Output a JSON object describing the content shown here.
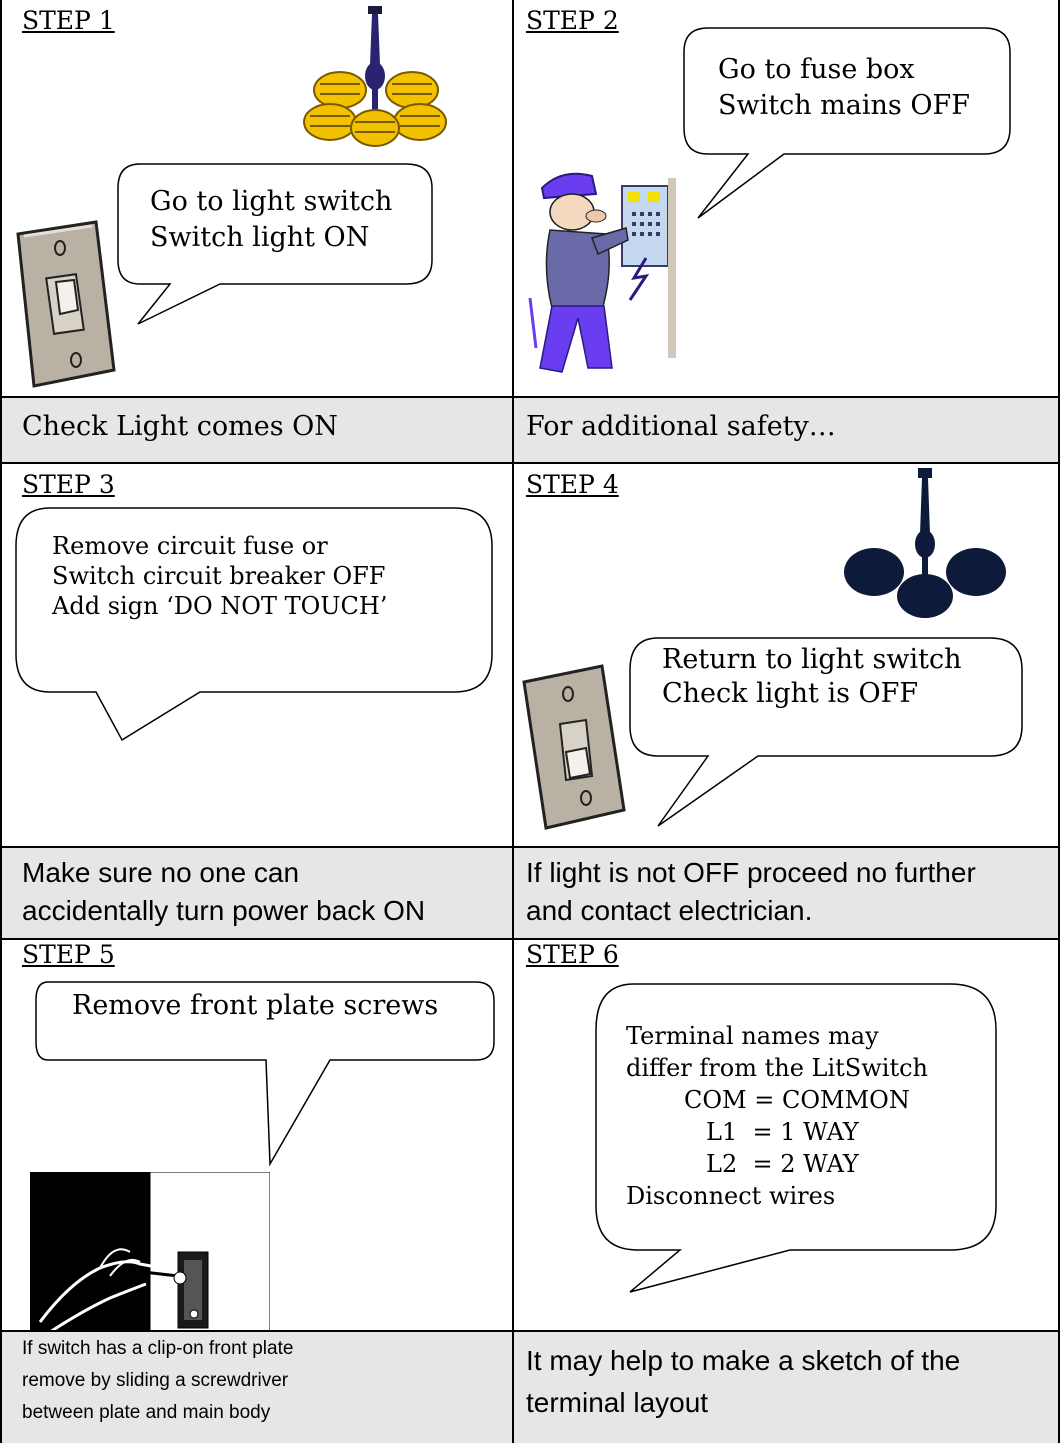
{
  "step1": {
    "title": "STEP 1",
    "bubble_line1": "Go to light switch",
    "bubble_line2": "Switch light ON",
    "caption": "Check Light comes ON"
  },
  "step2": {
    "title": "STEP 2",
    "bubble_line1": "Go to fuse box",
    "bubble_line2": "Switch mains OFF",
    "caption": "For additional safety…"
  },
  "step3": {
    "title": "STEP 3",
    "bubble_line1": "Remove circuit fuse or",
    "bubble_line2": "Switch circuit breaker OFF",
    "bubble_line3": "Add sign ‘DO NOT TOUCH’",
    "caption_line1": "Make sure no one can",
    "caption_line2": "accidentally turn power back ON"
  },
  "step4": {
    "title": "STEP 4",
    "bubble_line1": "Return to light switch",
    "bubble_line2": "Check light is OFF",
    "caption_line1": "If light is not OFF proceed no further",
    "caption_line2": "and contact electrician."
  },
  "step5": {
    "title": "STEP 5",
    "bubble_line1": "Remove front plate screws",
    "caption_line1": "If switch has a clip-on front plate",
    "caption_line2": "remove by sliding a screwdriver",
    "caption_line3": "between plate and main body"
  },
  "step6": {
    "title": "STEP 6",
    "bubble_line1": "Terminal names may",
    "bubble_line2": "differ from the LitSwitch",
    "bubble_line3": "COM = COMMON",
    "bubble_line4": "L1  = 1 WAY",
    "bubble_line5": "L2  = 2 WAY",
    "bubble_line6": "Disconnect wires",
    "caption_line1": "It may help to make a sketch of the",
    "caption_line2": "terminal layout"
  },
  "colors": {
    "caption_bg": "#e6e6e6",
    "chandelier_on": "#f2c200",
    "chandelier_off": "#0d1a3a",
    "switch_plate": "#b9b1a3",
    "electrician_purple": "#6a3df0"
  }
}
